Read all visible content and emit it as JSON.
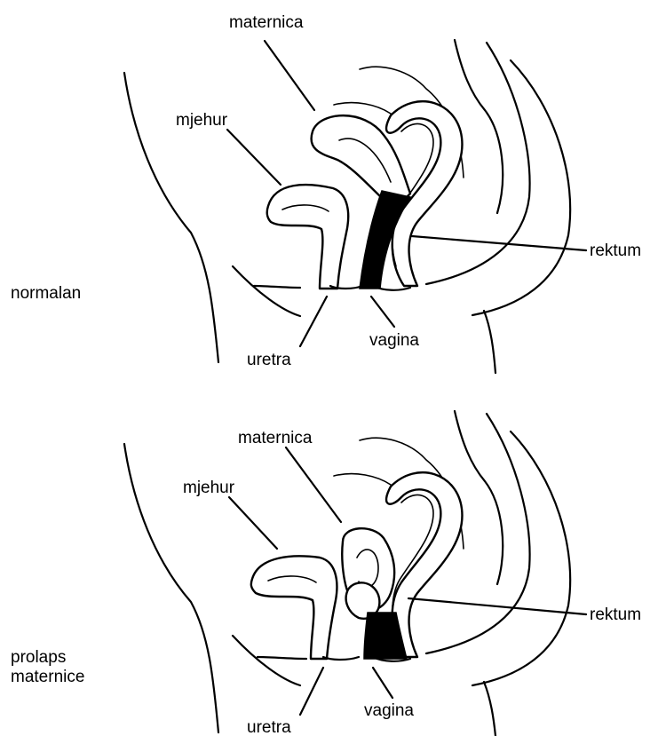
{
  "top": {
    "state_label": "normalan",
    "labels": {
      "uterus": "maternica",
      "bladder": "mjehur",
      "rectum": "rektum",
      "urethra": "uretra",
      "vagina": "vagina"
    }
  },
  "bottom": {
    "state_label_line1": "prolaps",
    "state_label_line2": "maternice",
    "labels": {
      "uterus": "maternica",
      "bladder": "mjehur",
      "rectum": "rektum",
      "urethra": "uretra",
      "vagina": "vagina"
    }
  }
}
